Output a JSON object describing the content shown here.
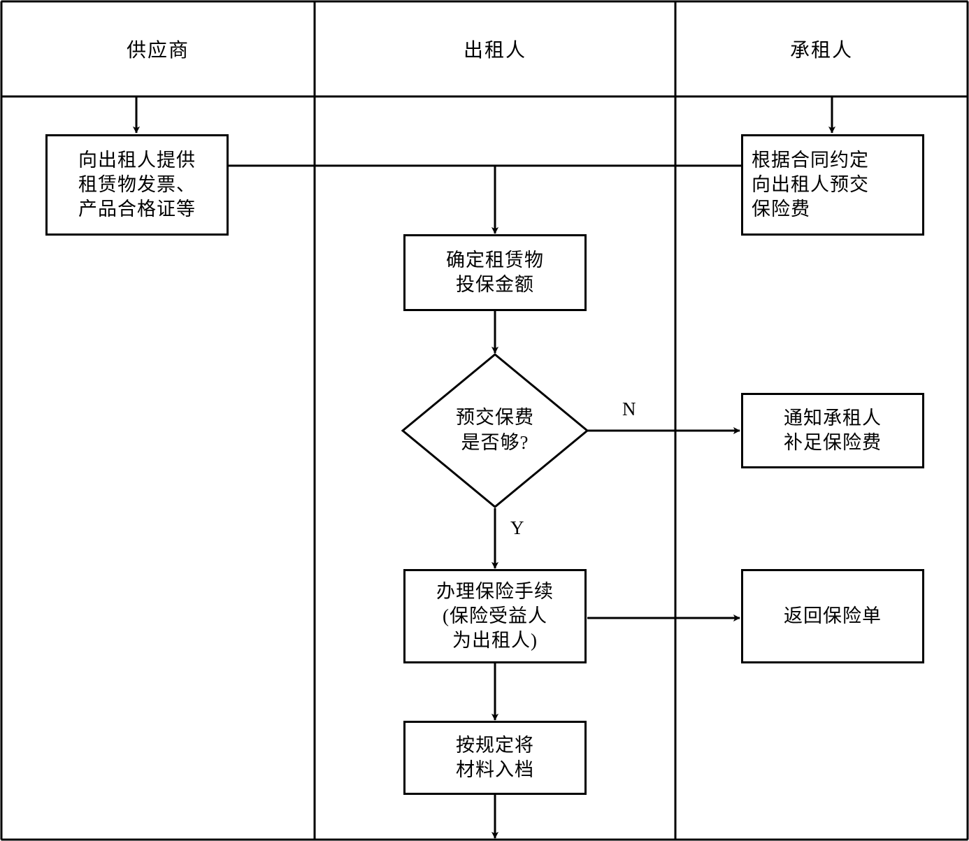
{
  "diagram": {
    "type": "swimlane-flowchart",
    "title_text": "",
    "stroke_color": "#000000",
    "background_color": "#ffffff"
  },
  "lanes": [
    {
      "id": "supplier",
      "label": "供应商"
    },
    {
      "id": "lessor",
      "label": "出租人"
    },
    {
      "id": "lessee",
      "label": "承租人"
    }
  ],
  "nodes": [
    {
      "id": "provide-docs",
      "lane": "supplier",
      "shape": "process",
      "text": "向出租人提供\n租赁物发票、\n产品合格证等"
    },
    {
      "id": "prepay-premium",
      "lane": "lessee",
      "shape": "process",
      "text": "根据合同约定\n向出租人预交\n保险费"
    },
    {
      "id": "determine-amount",
      "lane": "lessor",
      "shape": "process",
      "text": "确定租赁物\n投保金额"
    },
    {
      "id": "premium-enough",
      "lane": "lessor",
      "shape": "decision",
      "text": "预交保费\n是否够?"
    },
    {
      "id": "notify-lessee",
      "lane": "lessee",
      "shape": "process",
      "text": "通知承租人\n补足保险费"
    },
    {
      "id": "insurance-procedure",
      "lane": "lessor",
      "shape": "process",
      "text": "办理保险手续\n(保险受益人\n为出租人)"
    },
    {
      "id": "return-policy",
      "lane": "lessee",
      "shape": "process",
      "text": "返回保险单"
    },
    {
      "id": "archive-materials",
      "lane": "lessor",
      "shape": "process",
      "text": "按规定将\n材料入档"
    }
  ],
  "edge_labels": {
    "no": "N",
    "yes": "Y"
  },
  "edges": [
    {
      "from": "lane-supplier-top",
      "to": "provide-docs",
      "label": ""
    },
    {
      "from": "lane-lessee-top",
      "to": "prepay-premium",
      "label": ""
    },
    {
      "from": "provide-docs",
      "to": "determine-amount",
      "label": ""
    },
    {
      "from": "prepay-premium",
      "to": "determine-amount",
      "label": ""
    },
    {
      "from": "determine-amount",
      "to": "premium-enough",
      "label": ""
    },
    {
      "from": "premium-enough",
      "to": "notify-lessee",
      "label": "N"
    },
    {
      "from": "premium-enough",
      "to": "insurance-procedure",
      "label": "Y"
    },
    {
      "from": "insurance-procedure",
      "to": "return-policy",
      "label": ""
    },
    {
      "from": "insurance-procedure",
      "to": "archive-materials",
      "label": ""
    },
    {
      "from": "archive-materials",
      "to": "flow-continues-below",
      "label": ""
    }
  ]
}
